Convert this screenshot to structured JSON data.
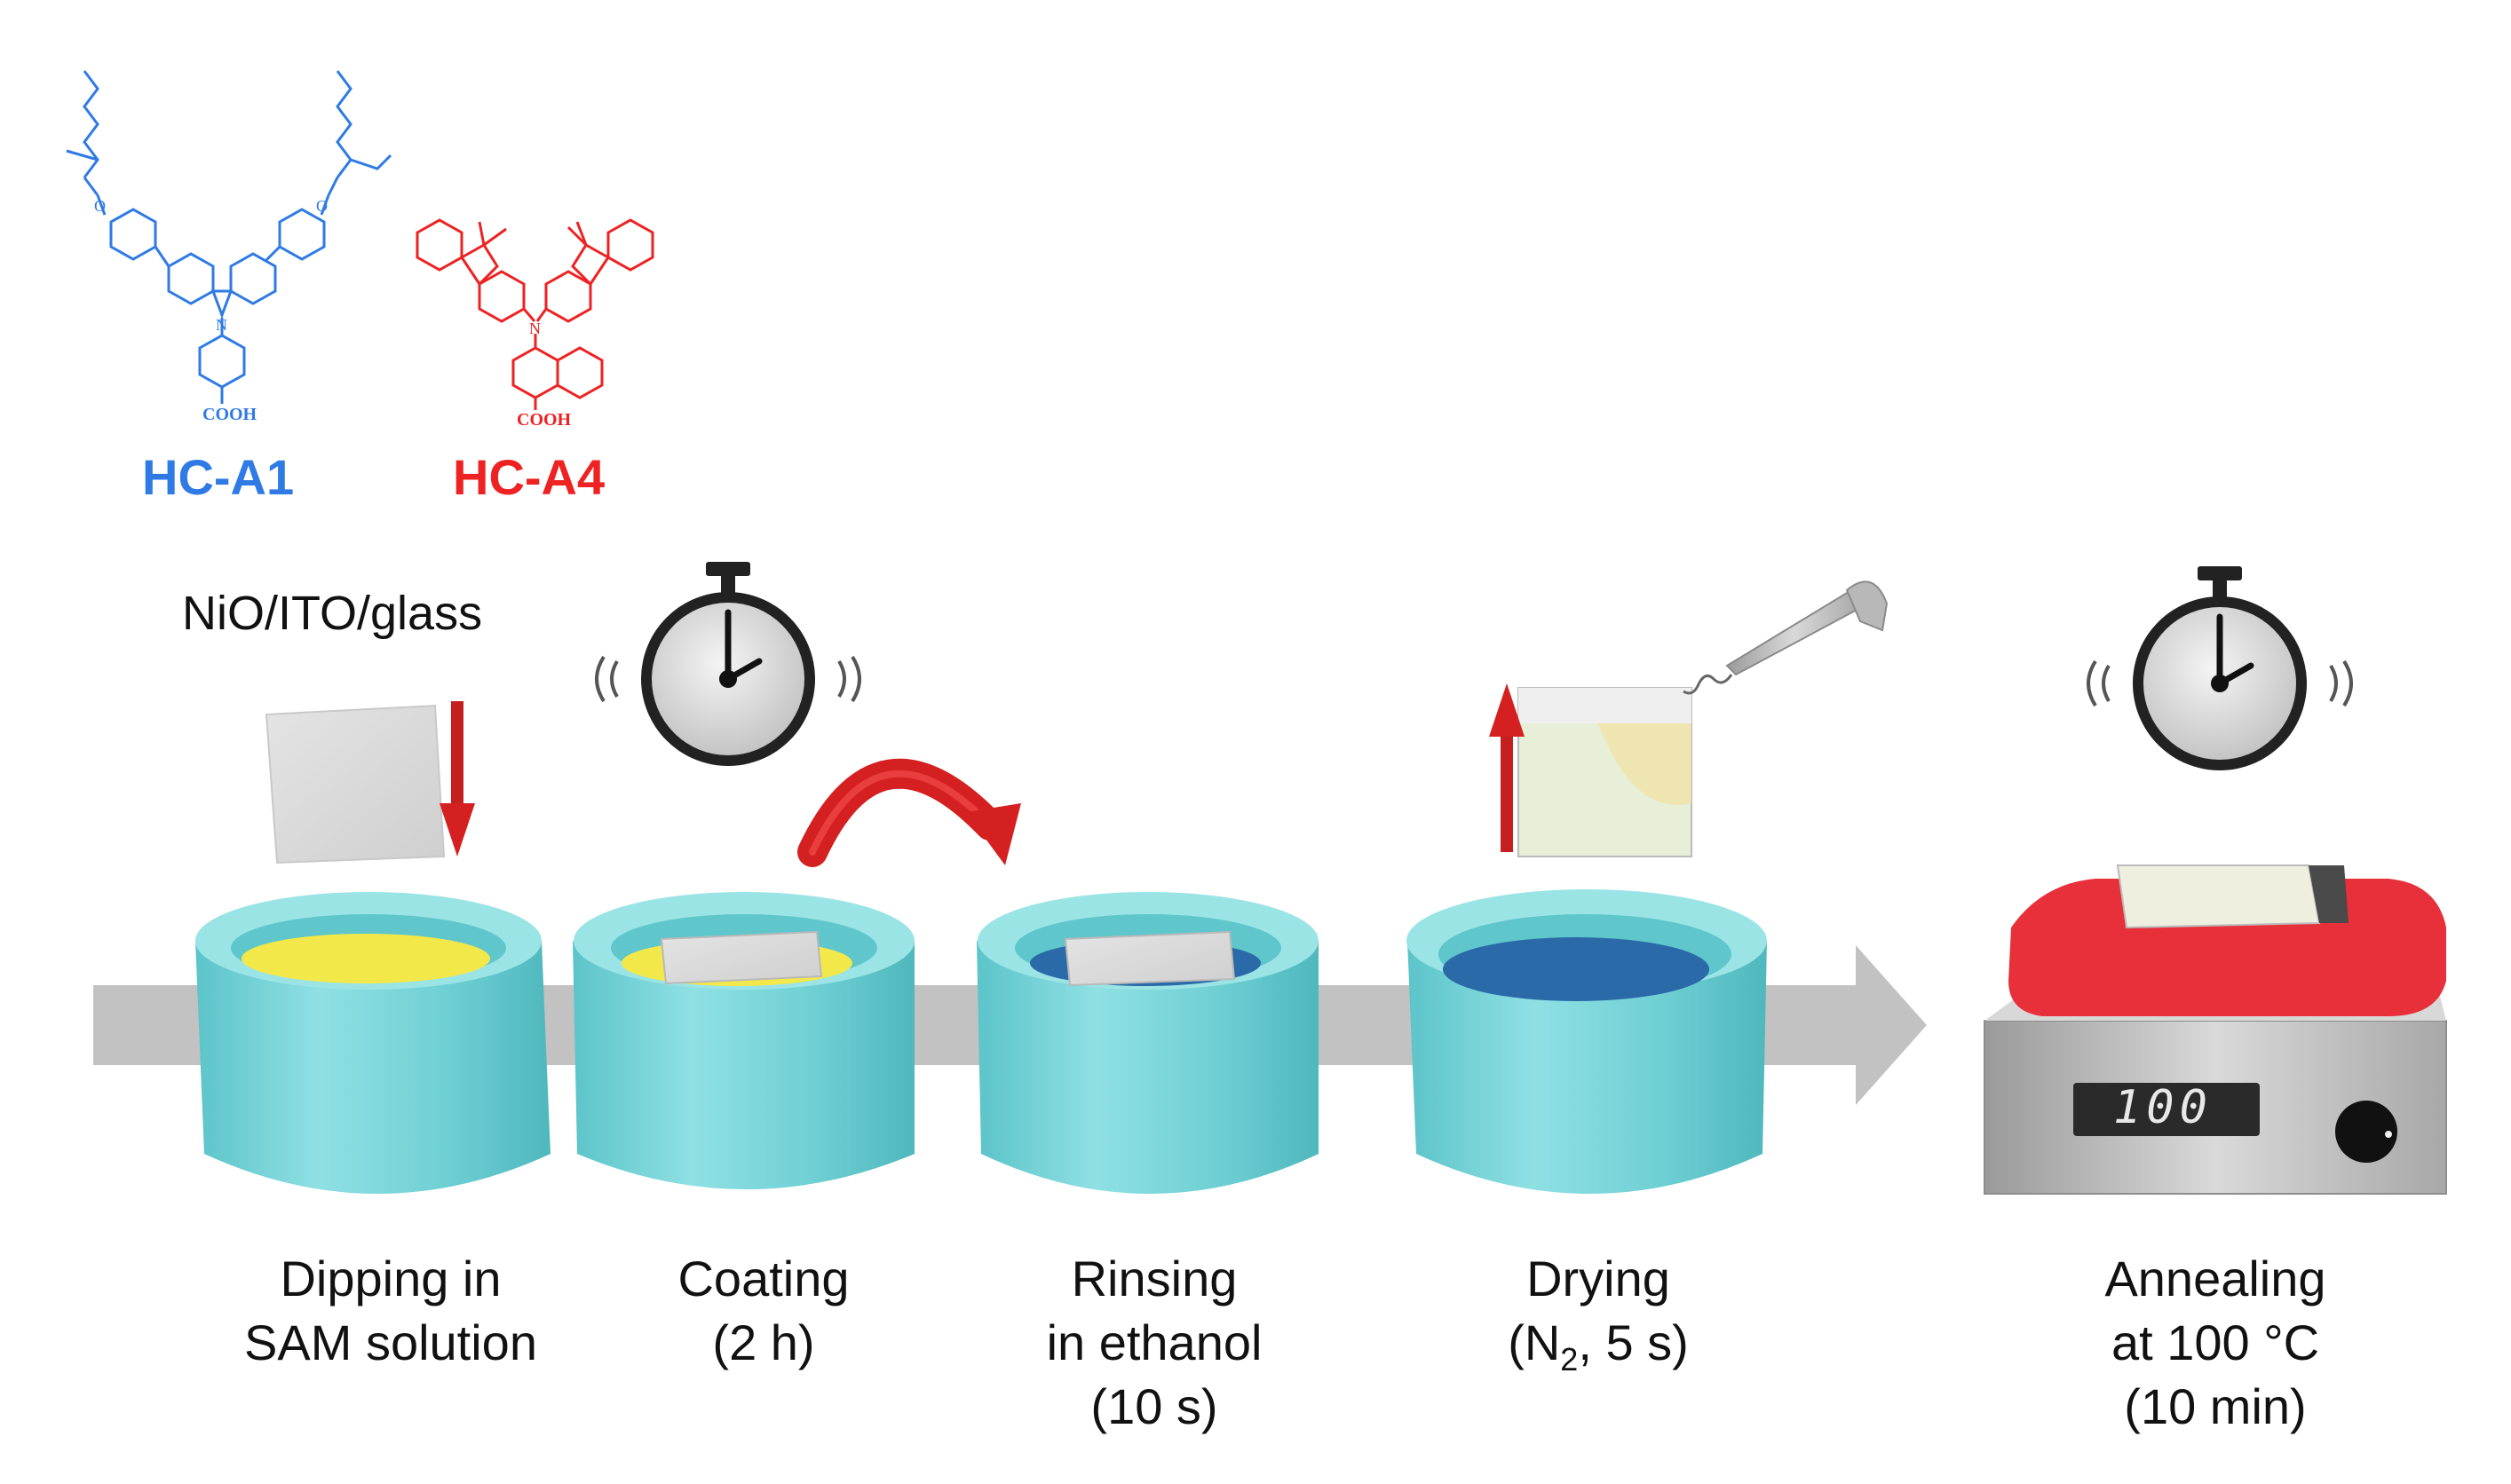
{
  "molecules": [
    {
      "name": "HC-A1",
      "color": "#2f7ae5",
      "substituent": "COOH"
    },
    {
      "name": "HC-A4",
      "color": "#ee2222",
      "substituent": "COOH"
    }
  ],
  "substrate_label": "NiO/ITO/glass",
  "hotplate_display": "100",
  "steps": [
    {
      "line1": "Dipping in",
      "line2": "SAM solution",
      "line3": ""
    },
    {
      "line1": "Coating",
      "line2": "(2 h)",
      "line3": ""
    },
    {
      "line1": "Rinsing",
      "line2": "in ethanol",
      "line3": "(10 s)"
    },
    {
      "line1": "Drying",
      "line2": "(N",
      "line2_sub": "2",
      "line2_rest": ", 5 s)",
      "line3": ""
    },
    {
      "line1": "Annealing",
      "line2": "at 100 °C",
      "line3": "(10 min)"
    }
  ],
  "colors": {
    "beaker": "#7fd6da",
    "sam_solution": "#f2e84a",
    "ethanol": "#2a6aa8",
    "arrow_red": "#d42020",
    "hotplate_red": "#e8303a",
    "conveyor": "#c2c2c2"
  }
}
